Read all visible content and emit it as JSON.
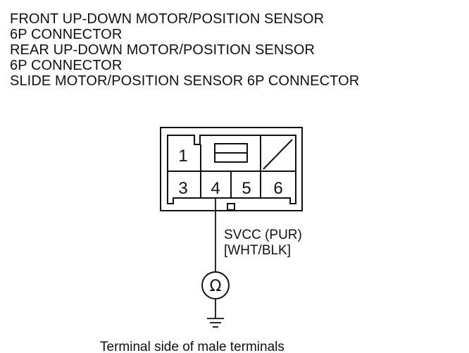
{
  "headings": [
    "FRONT UP-DOWN MOTOR/POSITION SENSOR",
    "6P CONNECTOR",
    "REAR UP-DOWN MOTOR/POSITION SENSOR",
    "6P CONNECTOR",
    "SLIDE MOTOR/POSITION SENSOR 6P CONNECTOR"
  ],
  "connector": {
    "terminals": [
      "1",
      "3",
      "4",
      "5",
      "6"
    ]
  },
  "wire": {
    "label_line1": "SVCC (PUR)",
    "label_line2": "[WHT/BLK]"
  },
  "meter": {
    "symbol": "Ω"
  },
  "caption": "Terminal side of male terminals"
}
